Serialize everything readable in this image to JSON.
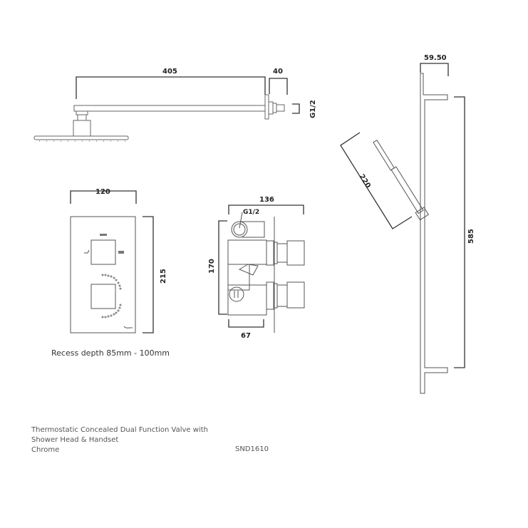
{
  "dimensions": {
    "arm_length": "405",
    "arm_depth": "40",
    "thread": "G1/2",
    "plate_width": "120",
    "plate_height": "215",
    "valve_width": "136",
    "valve_height": "170",
    "valve_depth": "67",
    "valve_thread": "G1/2",
    "handset_length": "220",
    "rail_offset": "59.50",
    "rail_height": "585"
  },
  "notes": {
    "recess": "Recess depth 85mm - 100mm"
  },
  "product": {
    "line1": "Thermostatic Concealed Dual Function Valve with",
    "line2": "Shower Head & Handset",
    "finish": "Chrome",
    "code": "SND1610"
  },
  "colors": {
    "line": "#555555",
    "text": "#222222",
    "footer_text": "#555555",
    "background": "#ffffff"
  }
}
